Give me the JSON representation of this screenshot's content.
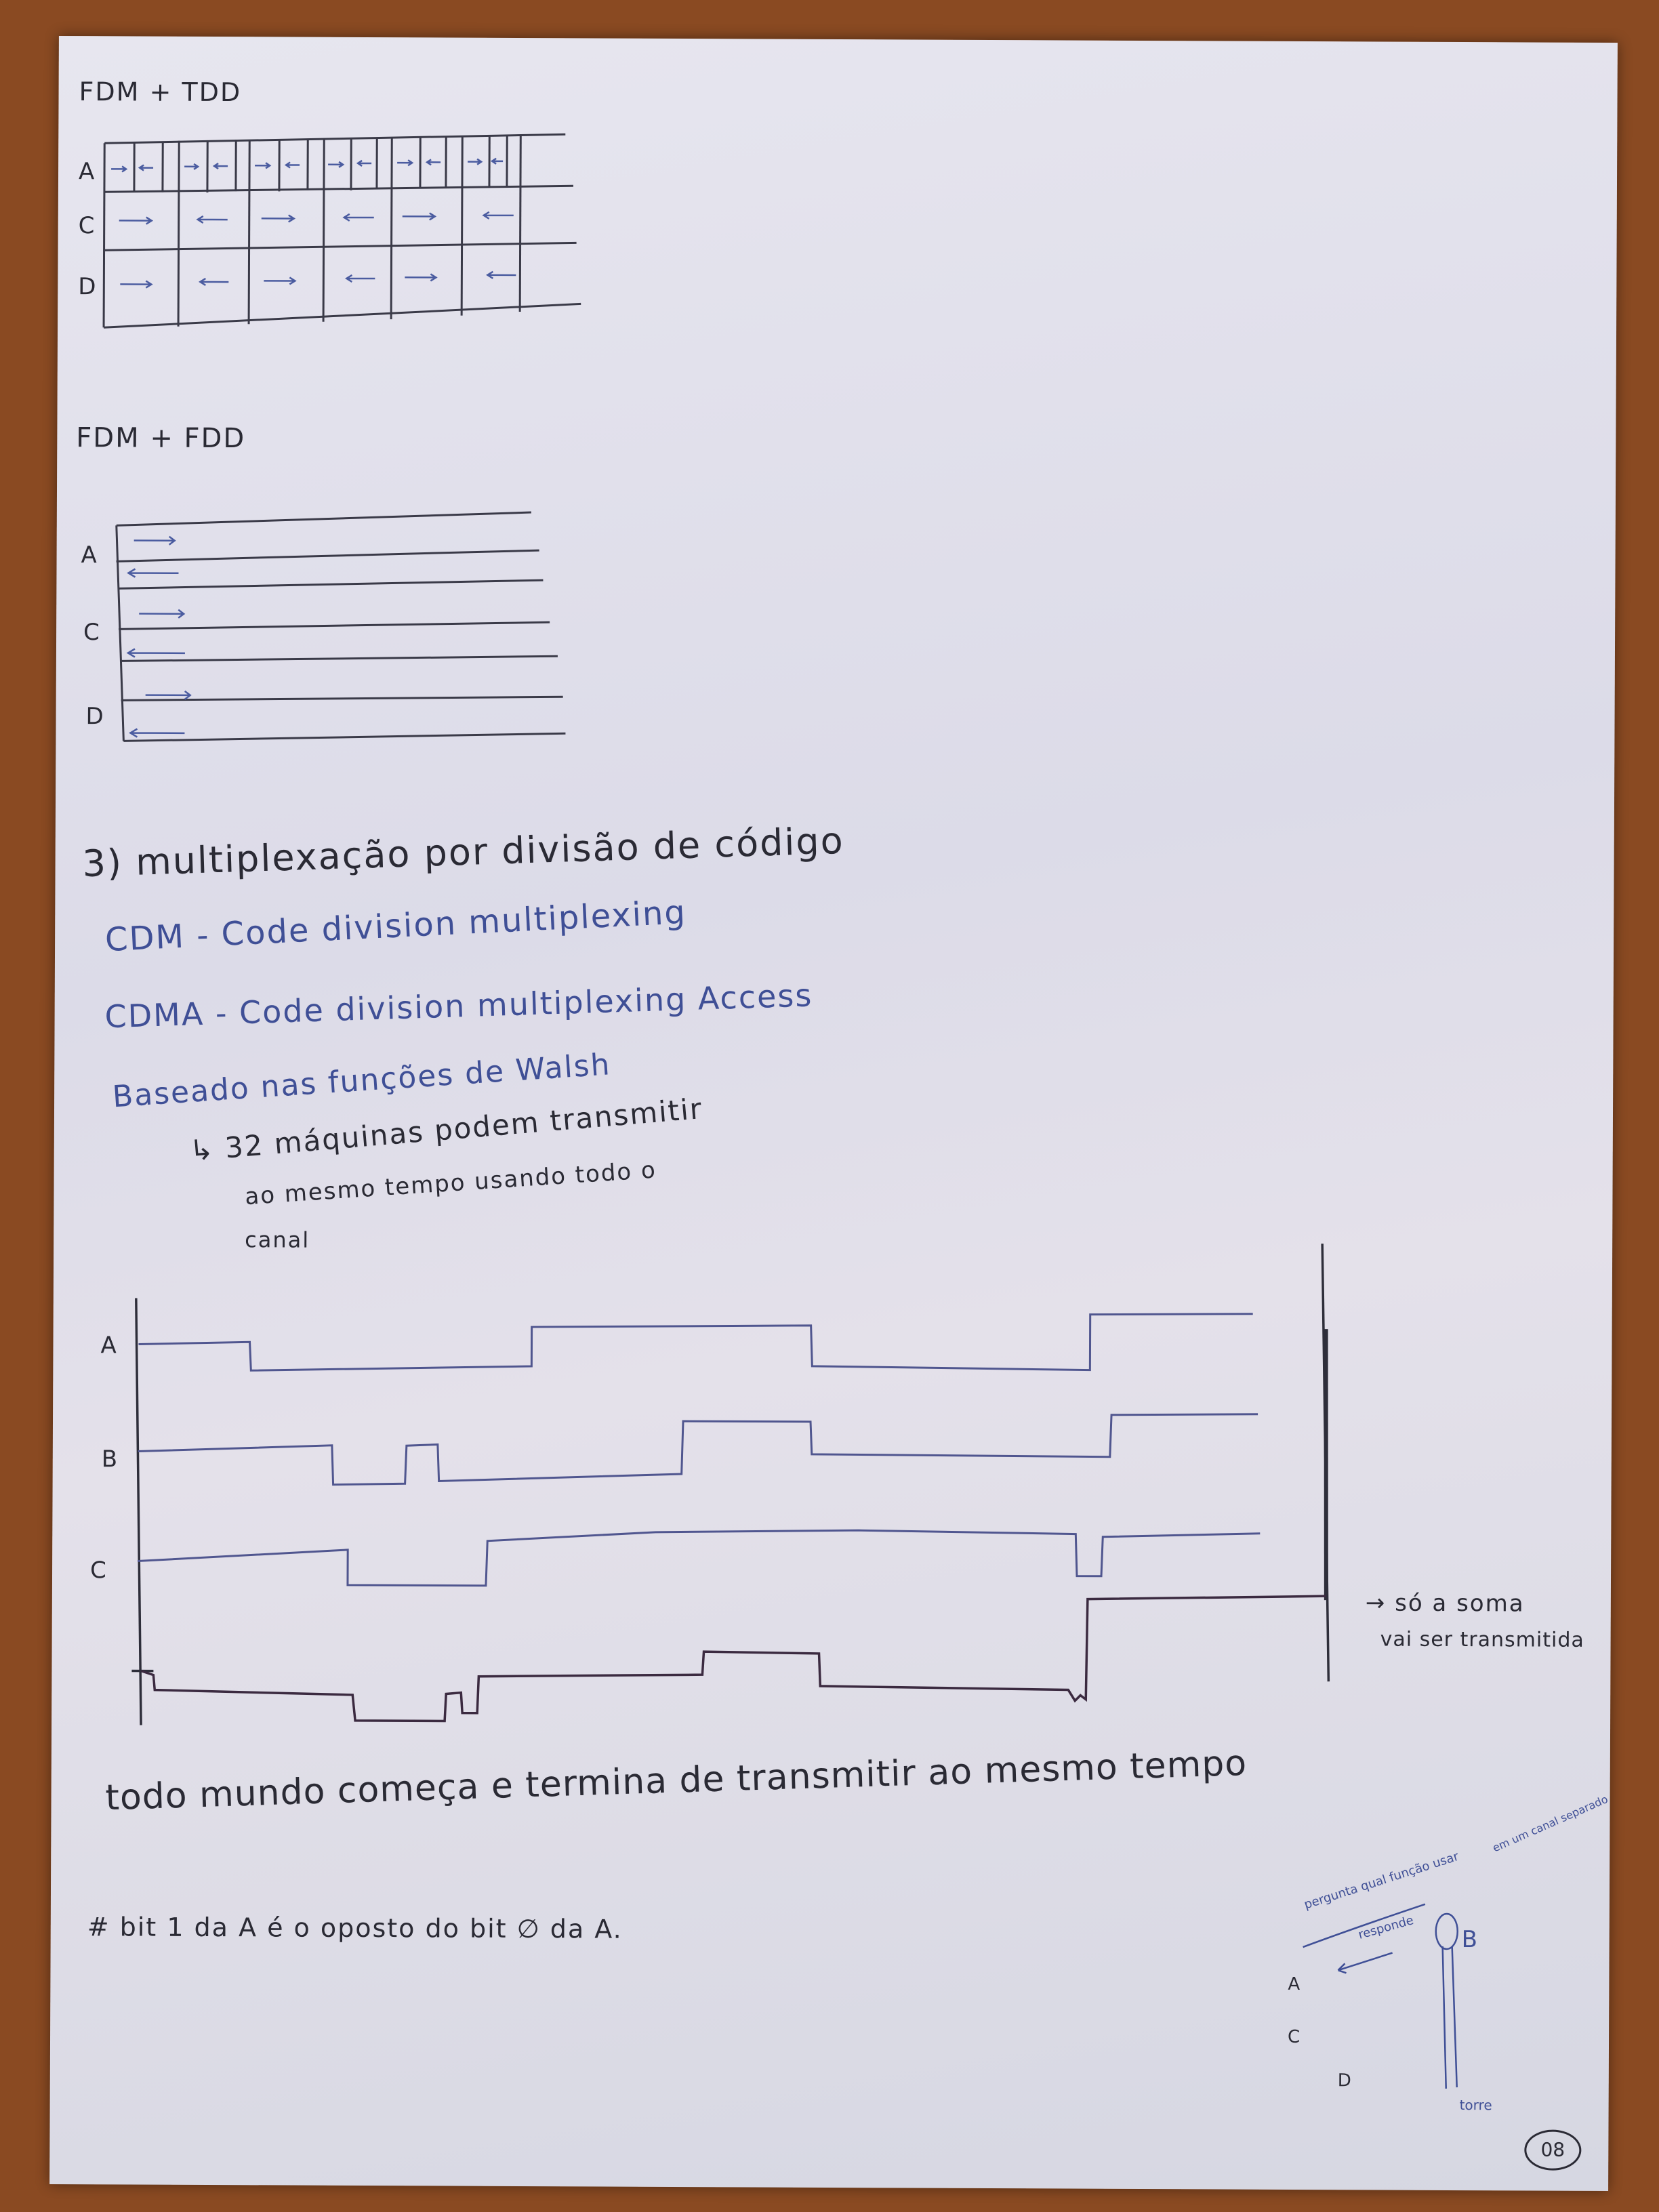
{
  "section_fdm_tdd": {
    "title": "FDM + TDD",
    "rows": [
      "A",
      "C",
      "D"
    ]
  },
  "section_fdm_fdd": {
    "title": "FDM + FDD",
    "rows": [
      "A",
      "C",
      "D"
    ]
  },
  "section_cdm": {
    "heading": "3) multiplexação por divisão de código",
    "line1": "CDM - Code division multiplexing",
    "line2": "CDMA - Code division multiplexing Access",
    "line3": "Baseado nas funções de Walsh",
    "sub1": "↳ 32 máquinas podem transmitir",
    "sub2": "ao mesmo tempo usando todo o",
    "sub3": "canal"
  },
  "waveform": {
    "rows": [
      "A",
      "B",
      "C"
    ],
    "note1": "→ só a soma",
    "note2": "vai ser transmitida"
  },
  "summary": "todo mundo começa e termina de transmitir ao mesmo tempo",
  "footnote": "# bit 1 da A é o oposto do bit ∅ da A.",
  "tower_sketch": {
    "note1": "pergunta qual função usar",
    "note2": "em um canal separado",
    "note3": "responde",
    "tower_label": "B",
    "rows": [
      "A",
      "C",
      "D"
    ],
    "bottom_label": "torre"
  },
  "page_number": "08"
}
